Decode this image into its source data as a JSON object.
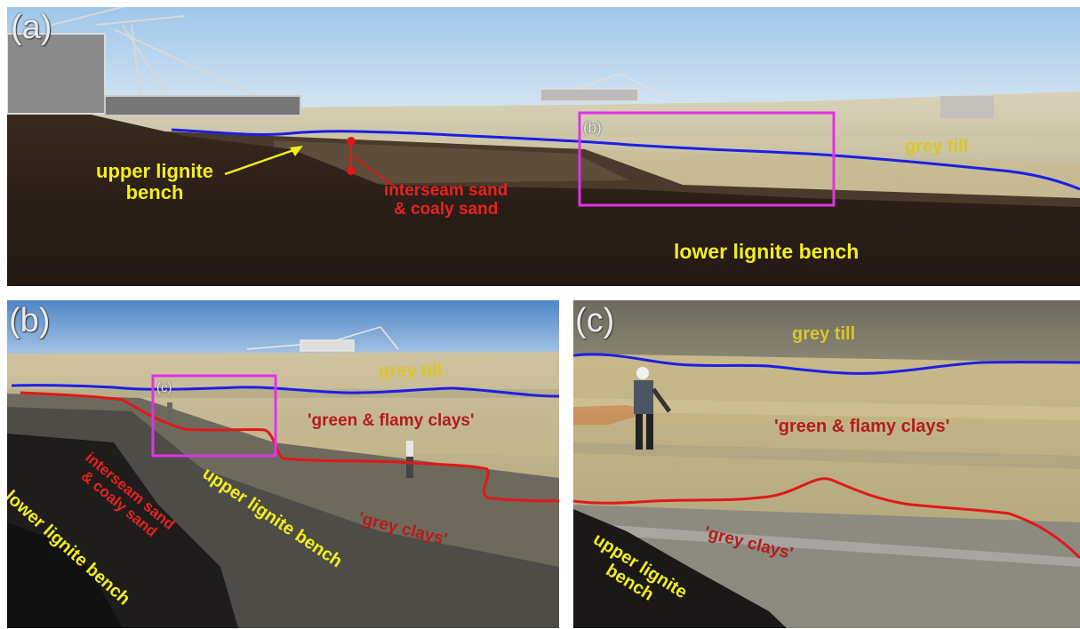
{
  "panel_a": {
    "tag": "(a)",
    "inset_tag": "(b)",
    "labels": {
      "upper_lignite": "upper lignite\nbench",
      "interseam": "interseam sand\n& coaly sand",
      "grey_till": "grey till",
      "lower_lignite": "lower lignite bench"
    }
  },
  "panel_b": {
    "tag": "(b)",
    "inset_tag": "(c)",
    "labels": {
      "grey_till": "grey till",
      "green_clays": "'green & flamy clays'",
      "grey_clays": "'grey clays'",
      "upper_lignite": "upper lignite bench",
      "interseam": "interseam sand\n& coaly sand",
      "lower_lignite": "lower lignite bench"
    }
  },
  "panel_c": {
    "tag": "(c)",
    "labels": {
      "grey_till": "grey till",
      "green_clays": "'green & flamy clays'",
      "grey_clays": "'grey clays'",
      "upper_lignite": "upper lignite\nbench"
    }
  },
  "colors": {
    "boundary_blue": "#1d1ee6",
    "boundary_red": "#e01818",
    "inset_box": "#e033e6",
    "label_yellow": "#f3ee1f",
    "label_red": "#e8221e",
    "label_darkred": "#b31c1c"
  }
}
